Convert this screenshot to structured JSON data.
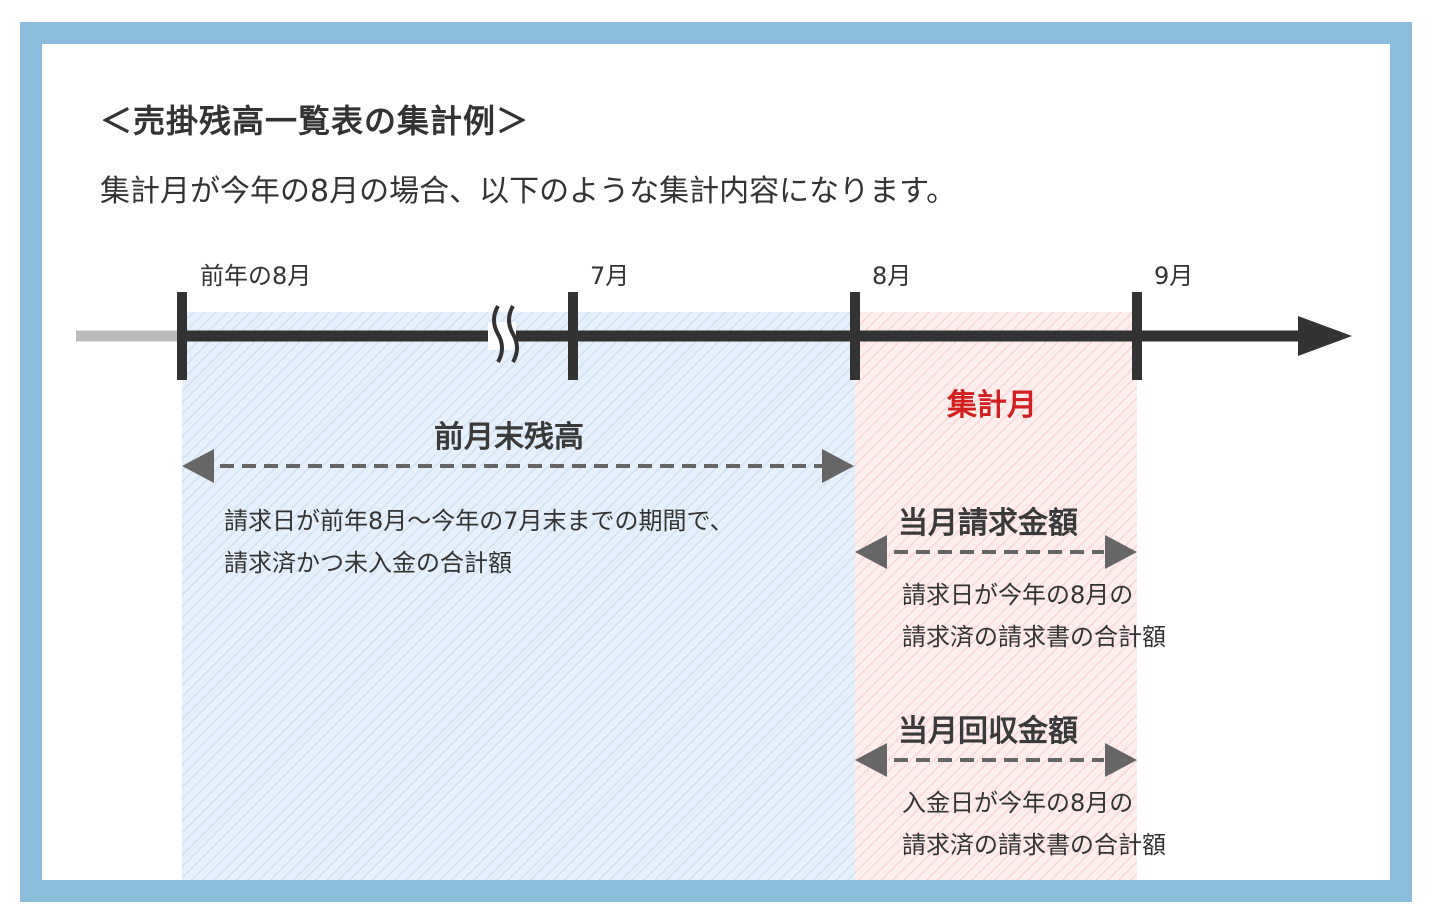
{
  "title": "＜売掛残高一覧表の集計例＞",
  "subtitle": "集計月が今年の8月の場合、以下のような集計内容になります。",
  "colors": {
    "frame": "#8bbcdc",
    "timeline": "#333333",
    "aggregation_month_text": "#d21f1f",
    "previous_region": "#dbe9f7",
    "current_region": "#fbe0e0"
  },
  "timeline": {
    "ticks": [
      "前年の8月",
      "7月",
      "8月",
      "9月"
    ]
  },
  "sections": {
    "previous_balance": {
      "heading": "前月末残高",
      "description_lines": [
        "請求日が前年8月〜今年の7月末までの期間で、",
        "請求済かつ未入金の合計額"
      ]
    },
    "aggregation_month": {
      "label": "集計月"
    },
    "monthly_billing": {
      "heading": "当月請求金額",
      "description_lines": [
        "請求日が今年の8月の",
        "請求済の請求書の合計額"
      ]
    },
    "monthly_collection": {
      "heading": "当月回収金額",
      "description_lines": [
        "入金日が今年の8月の",
        "請求済の請求書の合計額"
      ]
    }
  }
}
